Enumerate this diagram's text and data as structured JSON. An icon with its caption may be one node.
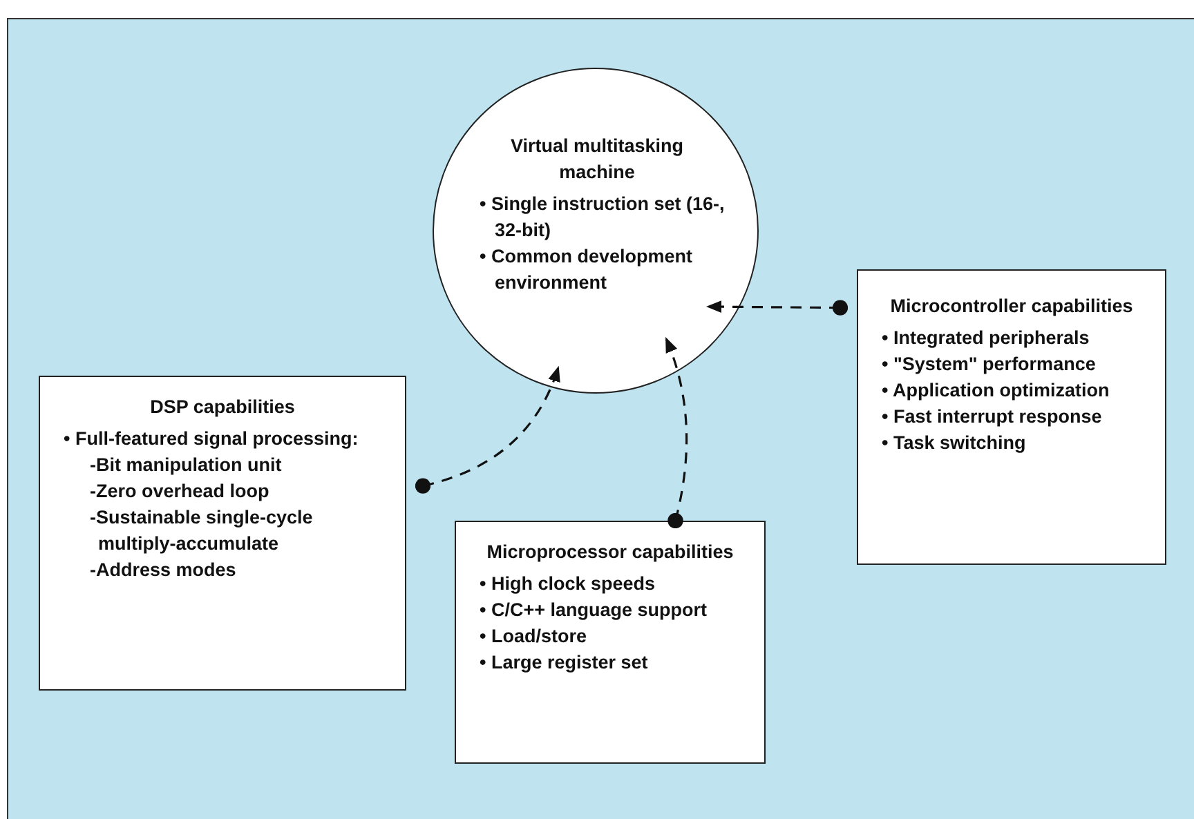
{
  "diagram": {
    "nodes": [
      {
        "text": [
          "Virtual multitasking machine",
          "• Single instruction set (16-, 32-bit)",
          "• Common development environment"
        ]
      },
      {
        "text": [
          "DSP capabilities",
          "• Full-featured signal processing:",
          "-Bit manipulation unit",
          "-Zero overhead loop",
          "-Sustainable single-cycle multiply-accumulate",
          "-Address modes"
        ]
      },
      {
        "text": [
          "Microprocessor capabilities",
          "• High clock speeds",
          "• C/C++ language support",
          "• Load/store",
          "• Large register set"
        ]
      },
      {
        "text": [
          "Microcontroller capabilities",
          "• Integrated peripherals",
          "• \"System\" performance",
          "• Application optimization",
          "• Fast interrupt response",
          "• Task switching"
        ]
      }
    ],
    "edges": [
      {
        "from": 1,
        "to": 0,
        "arrow": "to"
      },
      {
        "from": 2,
        "to": 0,
        "arrow": "to"
      },
      {
        "from": 3,
        "to": 0,
        "arrow": "to"
      }
    ]
  }
}
